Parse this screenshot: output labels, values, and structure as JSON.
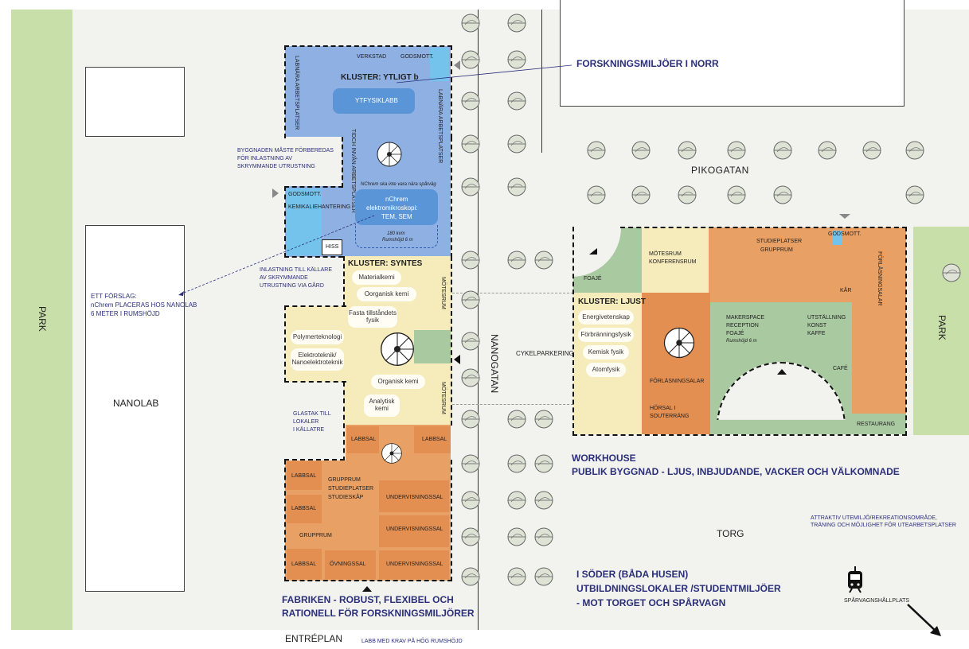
{
  "areas": {
    "park_left": "PARK",
    "park_right": "PARK",
    "nanolab": "NANOLAB",
    "nanogatan": "NANOGATAN",
    "pikogatan": "PIKOGATAN",
    "torg": "TORG",
    "cykelparkering": "CYKELPARKERING"
  },
  "north": {
    "callout": "FORSKNINGSMILJÖER I NORR",
    "verkstad": "VERKSTAD",
    "godsmott_top": "GODSMOTT.",
    "labnara_left": "LABNÄRA ARBETSPLATSER",
    "labnara_right": "LABNÄRA ARBETSPLATSER",
    "kluster_ytligt": "KLUSTER: YTLIGT b",
    "ytfysiklabb": "YTFYSIKLABB",
    "tidch": "TIDCH INVÅN ARBETSPLATSER",
    "ncrhem_note": "NChrem ska inte vara nära spårväg",
    "ncrhem_l1": "nChrem",
    "ncrhem_l2": "elektromikroskopi:",
    "ncrhem_l3": "TEM, SEM",
    "kvm": "180 kvm",
    "rumshojd": "Rumshöjd 6 m",
    "godsmott_left": "GODSMOTT.",
    "kemikalie": "KEMIKALIEHANTERING",
    "hiss": "HISS"
  },
  "notes": {
    "byggnaden_l1": "BYGGNADEN MÅSTE FÖRBEREDAS",
    "byggnaden_l2": "FÖR INLASTNING AV",
    "byggnaden_l3": "SKRYMMANDE UTRUSTNING",
    "inlastning_l1": "INLASTNING TILL KÄLLARE",
    "inlastning_l2": "AV SKRYMMANDE",
    "inlastning_l3": "UTRUSTNING VIA GÅRD",
    "forslag_l1": "ETT FÖRSLAG:",
    "forslag_l2": "nChrem PLACERAS HOS NANOLAB",
    "forslag_l3": "6 METER I RUMSHÖJD",
    "glastak_l1": "GLASTAK TILL",
    "glastak_l2": "LOKALER",
    "glastak_l3": "I KÄLLATRE",
    "attraktiv_l1": "ATTRAKTIV UTEMILJÖ/REKREATIONSOMRÅDE,",
    "attraktiv_l2": "TRÄNING OCH MÖJLIGHET FÖR UTEARBETSPLATSER"
  },
  "syntes": {
    "title": "KLUSTER: SYNTES",
    "pills": [
      "Materialkemi",
      "Oorganisk kemi",
      "Fasta tillståndets fysik",
      "Polymerteknologi",
      "Elektroteknik/ Nanoelektroteknik",
      "Organisk kemi",
      "Analytisk kemi"
    ],
    "motesrum1": "MÖTESRUM",
    "motesrum2": "MÖTESRUM"
  },
  "fabriken": {
    "labbsal1": "LABBSAL",
    "labbsal2": "LABBSAL",
    "labbsal3": "LABBSAL",
    "labbsal4": "LABBSAL",
    "labbsal5": "LABBSAL",
    "grupprum_l1": "GRUPPRUM",
    "grupprum_l2": "STUDIEPLATSER",
    "grupprum_l3": "STUDIESKÅP",
    "grupprum2": "GRUPPRUM",
    "undervisning1": "UNDERVISNINGSSAL",
    "undervisning2": "UNDERVISNINGSSAL",
    "undervisning3": "UNDERVISNINGSSAL",
    "ovningssal": "ÖVNINGSSAL",
    "caption_l1": "FABRIKEN - ROBUST, FLEXIBEL OCH",
    "caption_l2": "RATIONELL FÖR FORSKNINGSMILJÖRER"
  },
  "workhouse": {
    "foaje": "FOAJÉ",
    "motesrum_l1": "MÖTESRUM",
    "motesrum_l2": "KONFERENSRUM",
    "studie_l1": "STUDIEPLATSER",
    "studie_l2": "GRUPPRUM",
    "godsmott": "GODSMOTT.",
    "forlasning_vert": "FÖRLÄSNINGSALAR",
    "kar": "KÅR",
    "kluster_ljust": "KLUSTER: LJUST",
    "pills": [
      "Energivetenskap",
      "Förbränningsfysik",
      "Kemisk fysik",
      "Atomfysik"
    ],
    "maker_l1": "MAKERSPACE",
    "maker_l2": "RECEPTION",
    "maker_l3": "FOAJÉ",
    "maker_l4": "Rumshöjd 6 m",
    "utst_l1": "UTSTÄLLNING",
    "utst_l2": "KONST",
    "utst_l3": "KAFFE",
    "cafe": "CAFÉ",
    "forlasningsalar": "FÖRLÄSNINGSALAR",
    "horsal_l1": "HÖRSAL I",
    "horsal_l2": "SOUTERRÄNG",
    "restaurang": "RESTAURANG",
    "caption_l1": "WORKHOUSE",
    "caption_l2": "PUBLIK BYGGNAD - LJUS, INBJUDANDE, VACKER OCH VÄLKOMNADE"
  },
  "south": {
    "l1": "I SÖDER (BÅDA HUSEN)",
    "l2": "UTBILDNINGSLOKALER /STUDENTMILJÖER",
    "l3": "- MOT TORGET OCH SPÅRVAGN"
  },
  "footer": {
    "entreplan": "ENTRÉPLAN",
    "labb_krav": "LABB MED KRAV PÅ HÖG RUMSHÖJD",
    "sparvagn": "SPÅRVAGNSHÅLLPLATS"
  },
  "colors": {
    "blue": "#8fb0e3",
    "light_blue": "#74c3ec",
    "yellow": "#f6ebbb",
    "orange": "#e9a064",
    "orange_dark": "#e38f52",
    "green": "#a9c9a1",
    "park": "#c9dfaa",
    "ground": "#f2f2ef",
    "navy": "#2b2f7a"
  }
}
